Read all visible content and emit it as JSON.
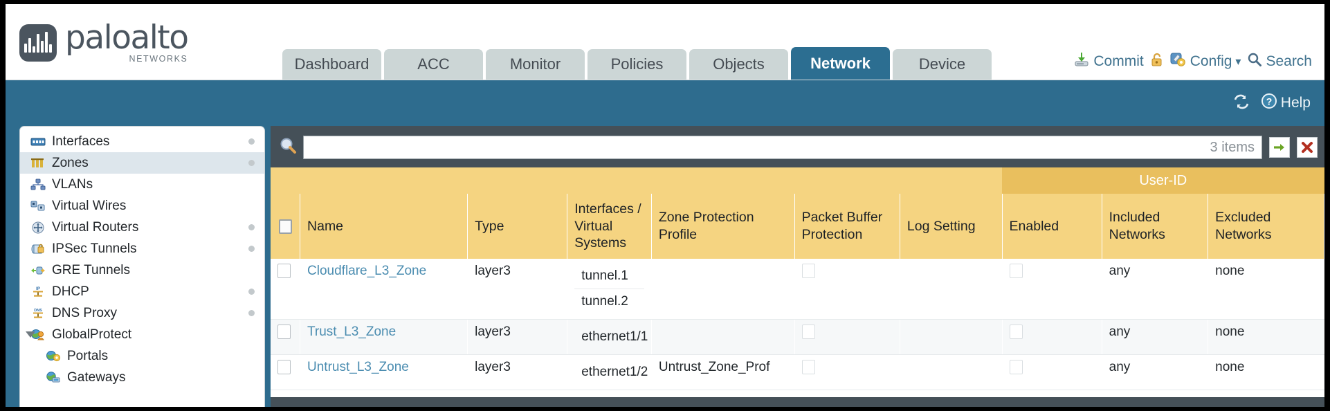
{
  "brand": {
    "name": "paloalto",
    "tagline": "NETWORKS",
    "registered": "®"
  },
  "nav": {
    "tabs": [
      {
        "label": "Dashboard",
        "active": false
      },
      {
        "label": "ACC",
        "active": false
      },
      {
        "label": "Monitor",
        "active": false
      },
      {
        "label": "Policies",
        "active": false
      },
      {
        "label": "Objects",
        "active": false
      },
      {
        "label": "Network",
        "active": true
      },
      {
        "label": "Device",
        "active": false
      }
    ]
  },
  "top_actions": {
    "commit": "Commit",
    "config": "Config",
    "search": "Search",
    "lock_icon": "lock-icon",
    "commit_icon": "commit-save-icon",
    "config_icon": "config-wrench-icon",
    "search_icon": "magnifier-icon",
    "chevron": "▾"
  },
  "banner": {
    "refresh_icon": "refresh-icon",
    "help_label": "Help",
    "help_icon": "help-question-icon"
  },
  "sidebar": {
    "items": [
      {
        "label": "Interfaces",
        "icon": "interfaces-icon",
        "dot": true,
        "selected": false,
        "child": false,
        "twisty": false
      },
      {
        "label": "Zones",
        "icon": "zones-icon",
        "dot": true,
        "selected": true,
        "child": false,
        "twisty": false
      },
      {
        "label": "VLANs",
        "icon": "vlans-icon",
        "dot": false,
        "selected": false,
        "child": false,
        "twisty": false
      },
      {
        "label": "Virtual Wires",
        "icon": "virtual-wires-icon",
        "dot": false,
        "selected": false,
        "child": false,
        "twisty": false
      },
      {
        "label": "Virtual Routers",
        "icon": "virtual-routers-icon",
        "dot": true,
        "selected": false,
        "child": false,
        "twisty": false
      },
      {
        "label": "IPSec Tunnels",
        "icon": "ipsec-tunnels-icon",
        "dot": true,
        "selected": false,
        "child": false,
        "twisty": false
      },
      {
        "label": "GRE Tunnels",
        "icon": "gre-tunnels-icon",
        "dot": false,
        "selected": false,
        "child": false,
        "twisty": false
      },
      {
        "label": "DHCP",
        "icon": "dhcp-icon",
        "dot": true,
        "selected": false,
        "child": false,
        "twisty": false
      },
      {
        "label": "DNS Proxy",
        "icon": "dns-proxy-icon",
        "dot": true,
        "selected": false,
        "child": false,
        "twisty": false
      },
      {
        "label": "GlobalProtect",
        "icon": "globalprotect-icon",
        "dot": false,
        "selected": false,
        "child": false,
        "twisty": true
      },
      {
        "label": "Portals",
        "icon": "portals-icon",
        "dot": false,
        "selected": false,
        "child": true,
        "twisty": false
      },
      {
        "label": "Gateways",
        "icon": "gateways-icon",
        "dot": false,
        "selected": false,
        "child": true,
        "twisty": false
      }
    ]
  },
  "search": {
    "value": "",
    "placeholder": "",
    "item_count": "3 items",
    "apply_icon": "green-arrow-apply-icon",
    "clear_icon": "red-x-clear-icon"
  },
  "table": {
    "group_header": "User-ID",
    "columns": [
      "Name",
      "Type",
      "Interfaces / Virtual Systems",
      "Zone Protection Profile",
      "Packet Buffer Protection",
      "Log Setting",
      "Enabled",
      "Included Networks",
      "Excluded Networks"
    ],
    "rows": [
      {
        "name": "Cloudflare_L3_Zone",
        "type": "layer3",
        "interfaces": [
          "tunnel.1",
          "tunnel.2"
        ],
        "zone_protection_profile": "",
        "packet_buffer_protection": false,
        "log_setting": "",
        "userid_enabled": false,
        "included_networks": "any",
        "excluded_networks": "none"
      },
      {
        "name": "Trust_L3_Zone",
        "type": "layer3",
        "interfaces": [
          "ethernet1/1"
        ],
        "zone_protection_profile": "",
        "packet_buffer_protection": false,
        "log_setting": "",
        "userid_enabled": false,
        "included_networks": "any",
        "excluded_networks": "none"
      },
      {
        "name": "Untrust_L3_Zone",
        "type": "layer3",
        "interfaces": [
          "ethernet1/2"
        ],
        "zone_protection_profile": "Untrust_Zone_Prof",
        "packet_buffer_protection": false,
        "log_setting": "",
        "userid_enabled": false,
        "included_networks": "any",
        "excluded_networks": "none"
      }
    ]
  },
  "colors": {
    "banner_blue": "#2e6c8e",
    "active_tab": "#2c6e91",
    "tab_grey": "#ccd6d6",
    "header_yellow": "#f5d481",
    "group_yellow": "#e9bf5e",
    "link_blue": "#4a8cb0",
    "content_dark": "#455058"
  }
}
